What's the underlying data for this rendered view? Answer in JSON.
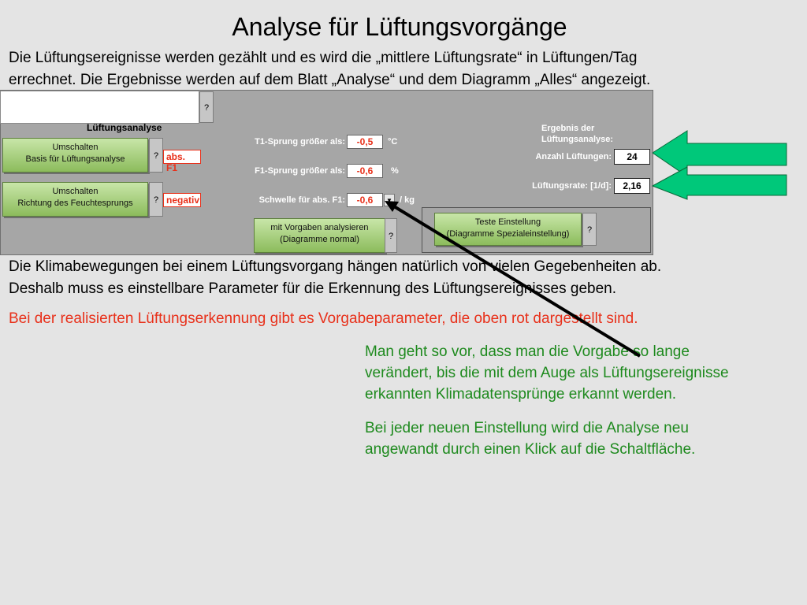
{
  "title": "Analyse für Lüftungsvorgänge",
  "intro": {
    "line1": "Die Lüftungsereignisse werden gezählt und es wird die „mittlere Lüftungsrate“ in Lüftungen/Tag",
    "line2": "errechnet. Die Ergebnisse werden auf dem Blatt „Analyse“ und dem Diagramm „Alles“ angezeigt."
  },
  "sheet": {
    "heading": "Lüftungsanalyse",
    "help_label": "?",
    "btn_basis": {
      "line1": "Umschalten",
      "line2": "Basis für Lüftungsanalyse",
      "value": "abs. F1"
    },
    "btn_richtung": {
      "line1": "Umschalten",
      "line2": "Richtung des Feuchtesprungs",
      "value": "negativ"
    },
    "t1": {
      "label": "T1-Sprung größer als:",
      "value": "-0,5",
      "unit": "°C"
    },
    "f1": {
      "label": "F1-Sprung größer als:",
      "value": "-0,6",
      "unit": "%"
    },
    "schwelle": {
      "label": "Schwelle für abs. F1:",
      "value": "-0,6",
      "unit": "/ kg"
    },
    "btn_analyse": {
      "line1": "mit Vorgaben analysieren",
      "line2": "(Diagramme normal)"
    },
    "btn_teste": {
      "line1": "Teste Einstellung",
      "line2": "(Diagramme Spezialeinstellung)"
    },
    "result": {
      "heading1": "Ergebnis der",
      "heading2": "Lüftungsanalyse:",
      "count_label": "Anzahl Lüftungen:",
      "count_value": "24",
      "rate_label": "Lüftungsrate: [1/d]:",
      "rate_value": "2,16"
    }
  },
  "para2": {
    "line1": "Die Klimabewegungen bei einem Lüftungsvorgang hängen natürlich von vielen Gegebenheiten ab.",
    "line2": "Deshalb muss es einstellbare Parameter für die Erkennung des Lüftungsereignisses geben."
  },
  "para3": "Bei der realisierten Lüftungserkennung gibt es Vorgabeparameter, die oben rot dargestellt sind.",
  "para4": {
    "line1": "Man geht so vor, dass man die Vorgabe so lange",
    "line2": "verändert, bis die mit dem Auge als Lüftungsereignisse",
    "line3": "erkannten Klimadatensprünge erkannt werden."
  },
  "para5": {
    "line1": "Bei jeder neuen Einstellung wird die Analyse neu",
    "line2": "angewandt durch einen Klick auf die Schaltfläche."
  },
  "colors": {
    "arrow_green": "#00c87a",
    "param_red": "#e8301a",
    "note_green": "#1e8a1e",
    "panel_gray": "#a6a6a6"
  }
}
